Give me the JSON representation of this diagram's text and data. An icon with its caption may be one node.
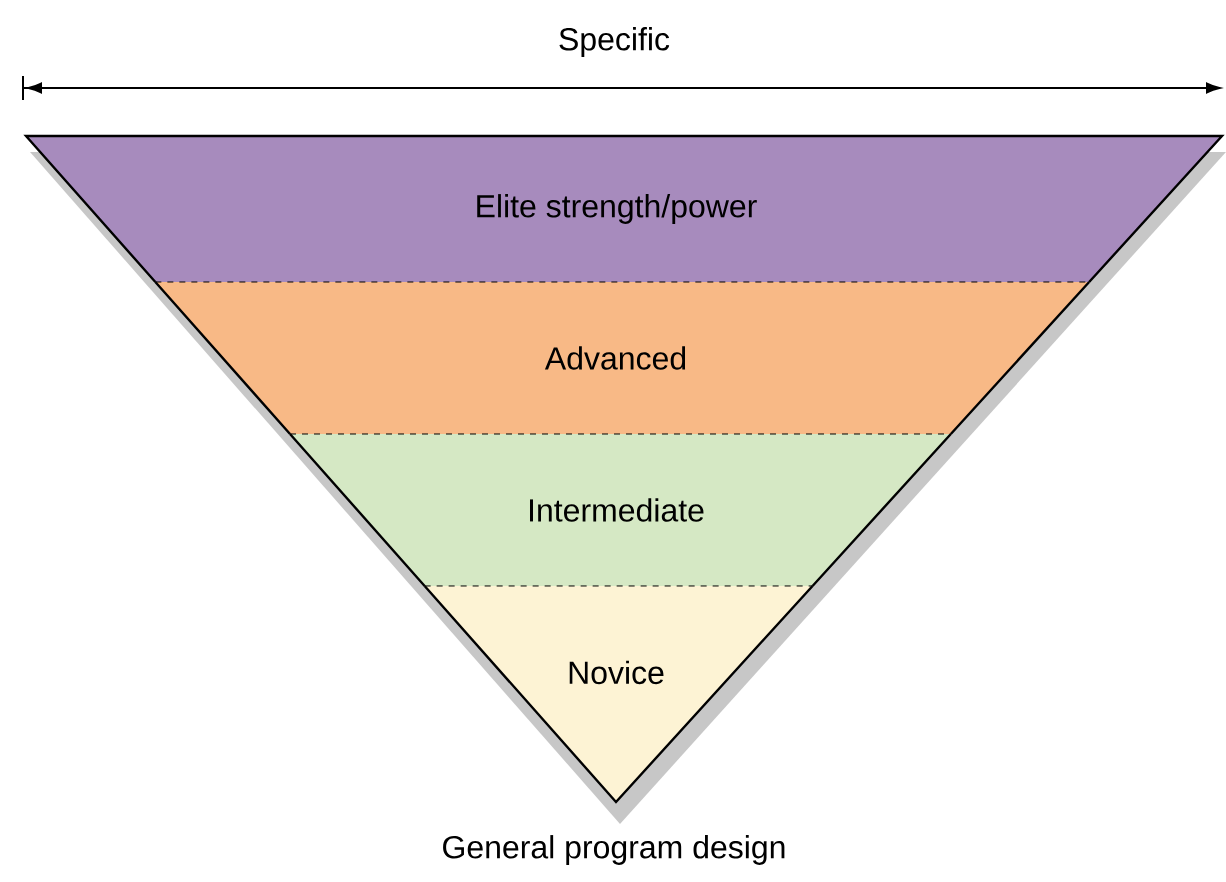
{
  "diagram": {
    "nodes": [
      {
        "text": [
          "Elite strength/power"
        ]
      },
      {
        "text": [
          "Advanced"
        ]
      },
      {
        "text": [
          "Intermediate"
        ]
      },
      {
        "text": [
          "Novice"
        ]
      }
    ],
    "edges": [],
    "labels": [
      "Specific",
      "General program design"
    ]
  }
}
